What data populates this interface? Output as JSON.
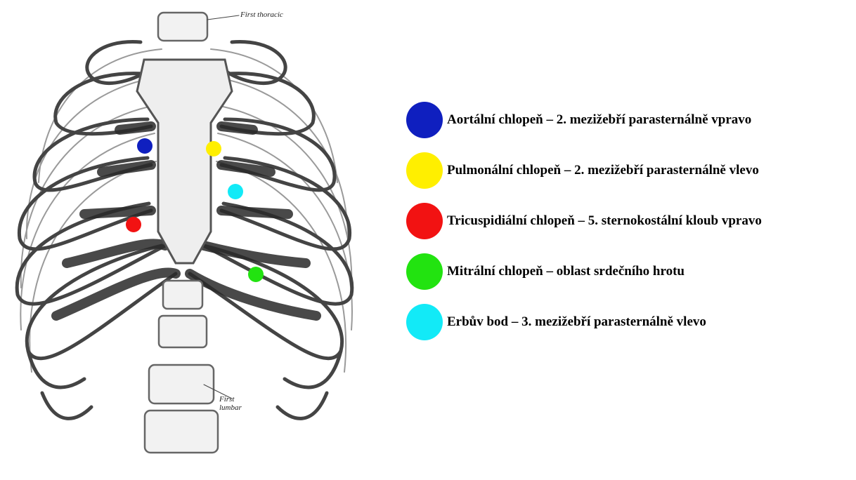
{
  "figure": {
    "annotations": {
      "first_thoracic": "First thoracic",
      "first_lumbar_1": "First",
      "first_lumbar_2": "lumbar"
    }
  },
  "auscultation_points": [
    {
      "id": "aortic",
      "color": "#0f1fbf"
    },
    {
      "id": "pulmonary",
      "color": "#ffef00"
    },
    {
      "id": "tricuspid",
      "color": "#f21212"
    },
    {
      "id": "mitral",
      "color": "#22e310"
    },
    {
      "id": "erb",
      "color": "#12eaf7"
    }
  ],
  "legend": {
    "items": [
      {
        "color": "#0f1fbf",
        "label": "Aortální chlopeň – 2. mezižebří parasternálně vpravo"
      },
      {
        "color": "#ffef00",
        "label": "Pulmonální chlopeň – 2. mezižebří parasternálně vlevo"
      },
      {
        "color": "#f21212",
        "label": "Tricuspidiální chlopeň – 5. sternokostální kloub vpravo"
      },
      {
        "color": "#22e310",
        "label": "Mitrální chlopeň – oblast srdečního hrotu"
      },
      {
        "color": "#12eaf7",
        "label": "Erbův bod – 3. mezižebří parasternálně vlevo"
      }
    ]
  }
}
